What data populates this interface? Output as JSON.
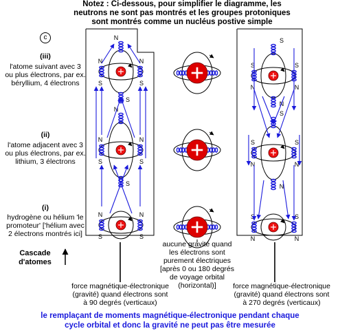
{
  "note": {
    "line1": "Notez : Ci-dessous, pour simplifier le diagramme, les",
    "line2": "neutrons ne sont pas montrés et les groupes protoniques",
    "line3": "sont montrés comme un nucléus postive simple"
  },
  "label_c": "c",
  "rows": {
    "iii": {
      "numeral": "(iii)",
      "line1": "l'atome suivant avec 3",
      "line2": "ou plus électrons, par ex.",
      "line3": "béryllium, 4 électrons"
    },
    "ii": {
      "numeral": "(ii)",
      "line1": "l'atome adjacent avec 3",
      "line2": "ou plus électrons, par ex.",
      "line3": "lithium, 3 électrons"
    },
    "i": {
      "numeral": "(i)",
      "line1": "hydrogène ou hélium 'le",
      "line2": "promoteur' ['hélium avec",
      "line3": "2 électrons montrés ici]"
    }
  },
  "cascade": {
    "line1": "Cascade",
    "line2": "d'atomes"
  },
  "pole_labels": {
    "north": "N",
    "south": "S"
  },
  "middle_label": {
    "line1": "aucune gravité quand",
    "line2": "les électrons sont",
    "line3": "purement électriques",
    "line4": "[après 0 ou 180 degrés",
    "line5": "de voyage orbital",
    "line6": "(horizontal)]"
  },
  "left_label": {
    "line1": "force magnétique-électronique",
    "line2": "(gravité) quand électrons sont",
    "line3": "à 90 degrés (verticaux)"
  },
  "right_label": {
    "line1": "force magnétique-électronique",
    "line2": "(gravité) quand électrons sont",
    "line3": "à 270 degrés (verticaux)"
  },
  "caption": {
    "line1": "le remplaçant de moments magnétique-électronique pendant chaque",
    "line2": "cycle orbital et donc la gravité ne peut pas être mesurée"
  },
  "colors": {
    "arrow": "#1a1adc",
    "coil": "#1a1adc",
    "nucleus": "#ee1111",
    "nucleus_large": "#dd0000"
  }
}
